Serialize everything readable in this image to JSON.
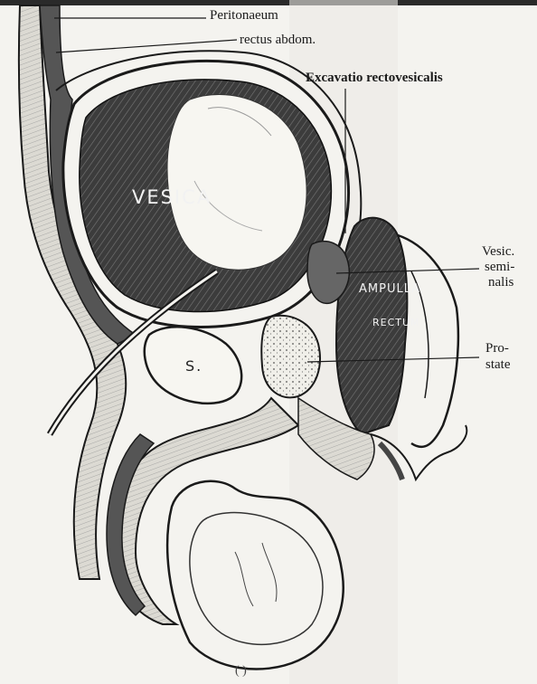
{
  "labels": {
    "peritonaeum": "Peritonaeum",
    "rectus_abdom": "rectus abdom.",
    "excavatio": "Excavatio rectovesicalis",
    "vesic_1": "Vesic.",
    "vesic_2": "semi-",
    "vesic_3": "nalis",
    "prostata_1": "Pro-",
    "prostata_2": "state"
  },
  "inner_labels": {
    "vesica": "VESICA",
    "ampulla": "AMPULLA",
    "rectum": "RECTUM",
    "symphysis": "S."
  },
  "colors": {
    "ink": "#1a1a1a",
    "paper": "#f4f3ef",
    "shade": "#4a4a4a",
    "mid": "#8a8a8a"
  }
}
